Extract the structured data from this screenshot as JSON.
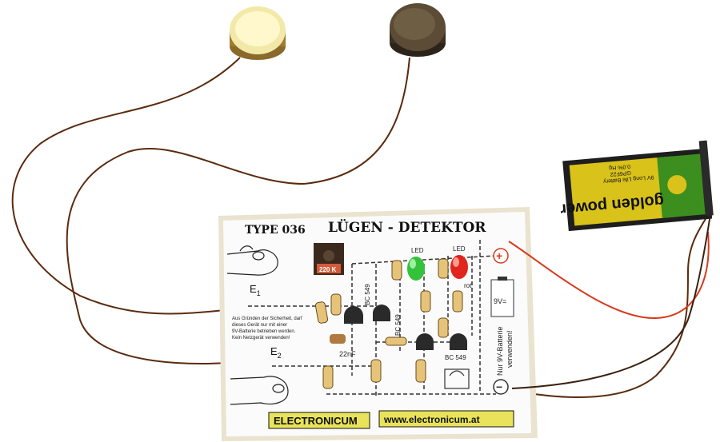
{
  "board": {
    "type_label": "TYPE  036",
    "title": "LÜGEN - DETEKTOR",
    "e1": "E",
    "e1_sub": "1",
    "e2": "E",
    "e2_sub": "2",
    "resistor_220k": "220 K",
    "bc549_a": "BC 549",
    "bc549_b": "BC 549",
    "bc549_c": "BC 549",
    "cap_22nf": "22nF",
    "led_green": "LED",
    "led_red": "LED",
    "rot": "rot",
    "battery_9v": "9V=",
    "plus_sign": "+",
    "minus_sign": "−",
    "warning_lines": [
      "Aus Gründen der Sicherheit, darf",
      "dieses Gerät nur mit einer",
      "9V-Batterie betrieben werden.",
      "Kein Netzgerät verwenden!"
    ],
    "vertical_note_1": "Nur 9V-Batterie",
    "vertical_note_2": "verwenden!",
    "brand": "ELECTRONICUM",
    "website": "www.electronicum.at"
  },
  "battery": {
    "brand": "golden power",
    "line1": "GP6F22",
    "line2": "9V Long Life Battery",
    "line3": "0.0% Hg"
  },
  "colors": {
    "board_bg": "#fbfbfb",
    "board_edge": "#e8e0c8",
    "wire": "#5a2b0e",
    "red_wire": "#d63a1c",
    "green_led": "#33c23a",
    "red_led": "#e0251e",
    "battery_green": "#3c8e1e",
    "battery_yellow": "#d9c21a",
    "brand_bar": "#e8e35a"
  }
}
